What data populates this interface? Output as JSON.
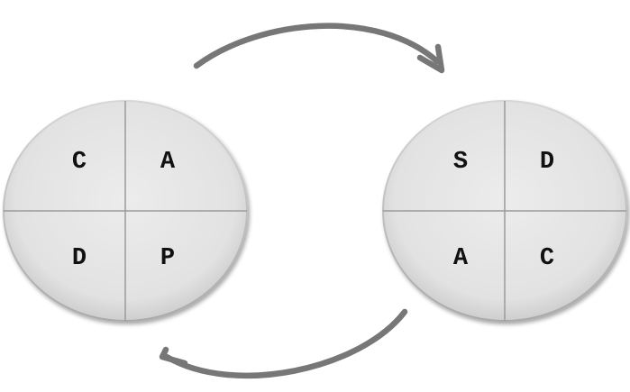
{
  "cycles": [
    {
      "id": "left",
      "quadrants": {
        "top_left": "C",
        "top_right": "A",
        "bottom_left": "D",
        "bottom_right": "P"
      }
    },
    {
      "id": "right",
      "quadrants": {
        "top_left": "S",
        "top_right": "D",
        "bottom_left": "A",
        "bottom_right": "C"
      }
    }
  ],
  "colors": {
    "circle_fill_light": "#f2f2f2",
    "circle_fill_dark": "#cfcfcf",
    "divider": "#9a9a9a",
    "arrow": "#737373",
    "label": "#111111"
  }
}
